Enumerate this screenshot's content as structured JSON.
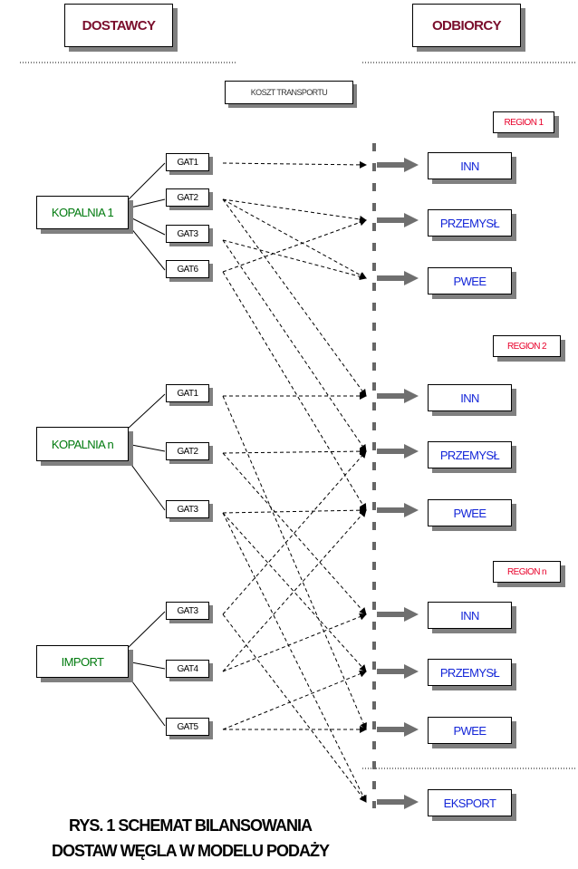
{
  "header": {
    "suppliers": "DOSTAWCY",
    "consumers": "ODBIORCY"
  },
  "cost_label": "KOSZT TRANSPORTU",
  "suppliers": [
    {
      "label": "KOPALNIA 1",
      "grades": [
        "GAT1",
        "GAT2",
        "GAT3",
        "GAT6"
      ]
    },
    {
      "label": "KOPALNIA n",
      "grades": [
        "GAT1",
        "GAT2",
        "GAT3"
      ]
    },
    {
      "label": "IMPORT",
      "grades": [
        "GAT3",
        "GAT4",
        "GAT5"
      ]
    }
  ],
  "regions": [
    {
      "label": "REGION 1",
      "consumers": [
        "INN",
        "PRZEMYSŁ",
        "PWEE"
      ]
    },
    {
      "label": "REGION 2",
      "consumers": [
        "INN",
        "PRZEMYSŁ",
        "PWEE"
      ]
    },
    {
      "label": "REGION n",
      "consumers": [
        "INN",
        "PRZEMYSŁ",
        "PWEE"
      ]
    }
  ],
  "export_label": "EKSPORT",
  "caption": {
    "line1": "RYS. 1 SCHEMAT BILANSOWANIA",
    "line2": "DOSTAW WĘGLA W MODELU PODAŻY"
  },
  "colors": {
    "header_text": "#7a0e2c",
    "supplier_text": "#007a0e",
    "consumer_text": "#1426d8",
    "region_text": "#e8002a",
    "shadow": "#808080",
    "arrow": "#707070"
  }
}
